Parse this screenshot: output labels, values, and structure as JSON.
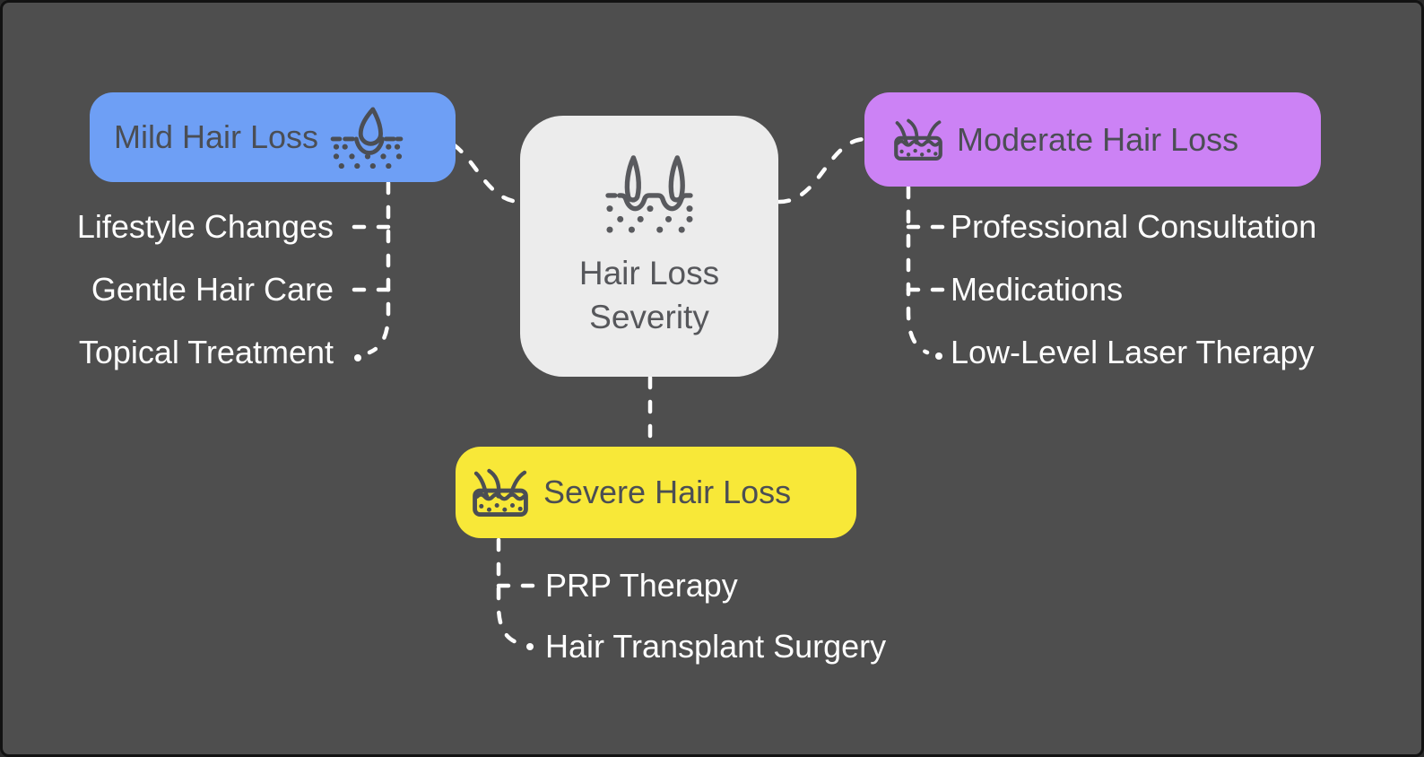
{
  "mindmap": {
    "root": {
      "label_line1": "Hair Loss",
      "label_line2": "Severity",
      "bg": "#ececec",
      "icon": "hair-follicles-skin-icon"
    },
    "branches": [
      {
        "label": "Mild Hair Loss",
        "bg": "#6e9ff5",
        "icon": "droplet-skin-icon",
        "items": [
          "Lifestyle Changes",
          "Gentle Hair Care",
          "Topical Treatment"
        ]
      },
      {
        "label": "Moderate Hair Loss",
        "bg": "#cc82f5",
        "icon": "skin-cross-section-icon",
        "items": [
          "Professional Consultation",
          "Medications",
          "Low-Level Laser Therapy"
        ]
      },
      {
        "label": "Severe Hair Loss",
        "bg": "#f8e838",
        "icon": "skin-cross-section-icon",
        "items": [
          "PRP Therapy",
          "Hair Transplant Surgery"
        ]
      }
    ],
    "colors": {
      "background": "#4e4e4e",
      "edge": "#ffffff",
      "node_text": "#4b4e54",
      "root_text": "#56575b",
      "item_text": "#ffffff"
    }
  }
}
